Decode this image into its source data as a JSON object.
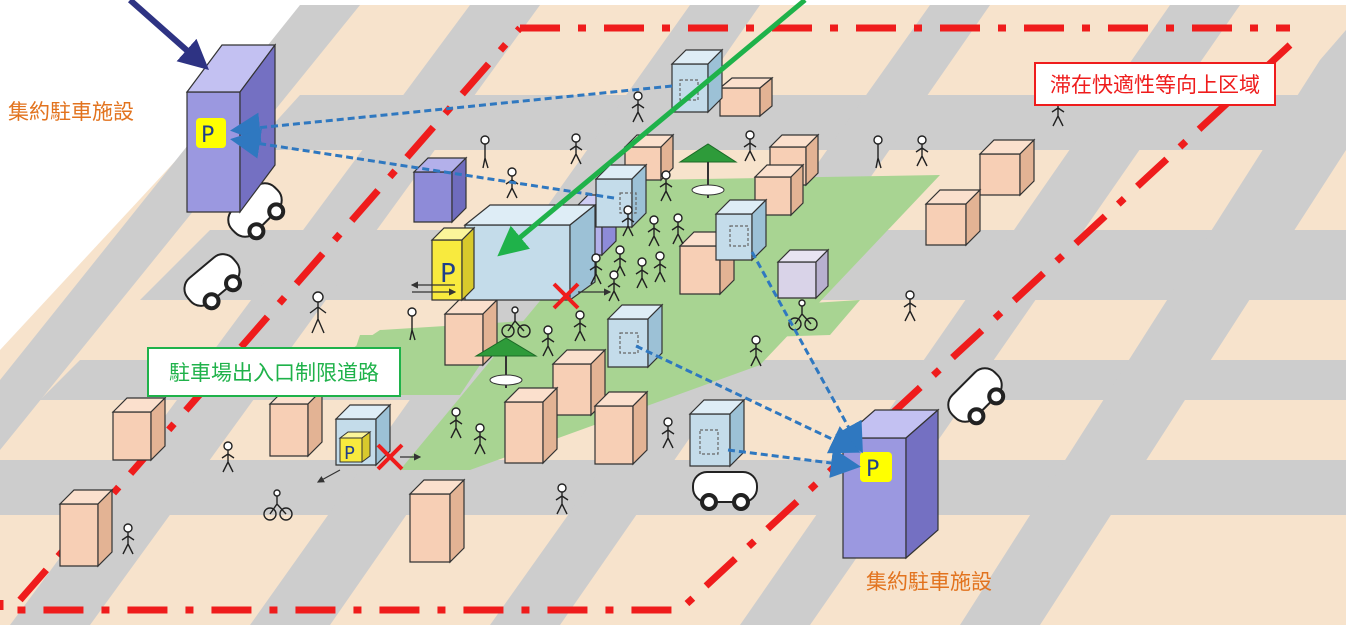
{
  "labels": {
    "parking_left": "集約駐車施設",
    "parking_right": "集約駐車施設",
    "zone": "滞在快適性等向上区域",
    "restricted_road": "駐車場出入口制限道路",
    "p_mark": "P"
  },
  "colors": {
    "ground": "#f7e3cc",
    "road": "#cdcdcd",
    "plaza": "#a8d492",
    "building": "#f7cfb5",
    "parking_building": "#9b98e0",
    "small_parking": "#c4dcea",
    "zone_line": "#ef1c1c",
    "green_arrow": "#1fb24a",
    "navy_arrow": "#2e3383",
    "blue_dash": "#2f78c0",
    "label_orange": "#e2731e",
    "p_yellow": "#ffff00"
  }
}
